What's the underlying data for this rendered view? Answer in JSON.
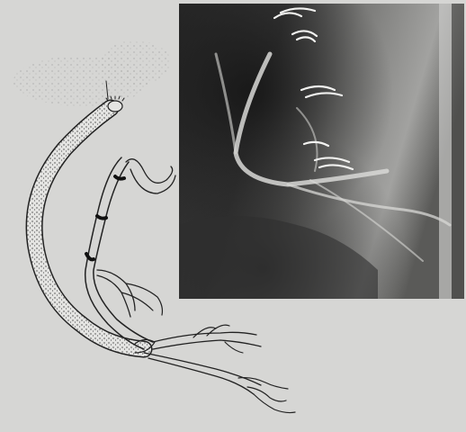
{
  "figure": {
    "panels": [
      {
        "kind": "line-drawing",
        "subject": "coronary-artery-bypass-graft-diagram"
      },
      {
        "kind": "angiogram-photograph",
        "subject": "coronary-angiogram"
      }
    ],
    "colors": {
      "paper": "#d6d6d4",
      "ink": "#222222",
      "angiogram_dark": "#1f1f1f",
      "angiogram_light": "#9a9a98"
    }
  }
}
